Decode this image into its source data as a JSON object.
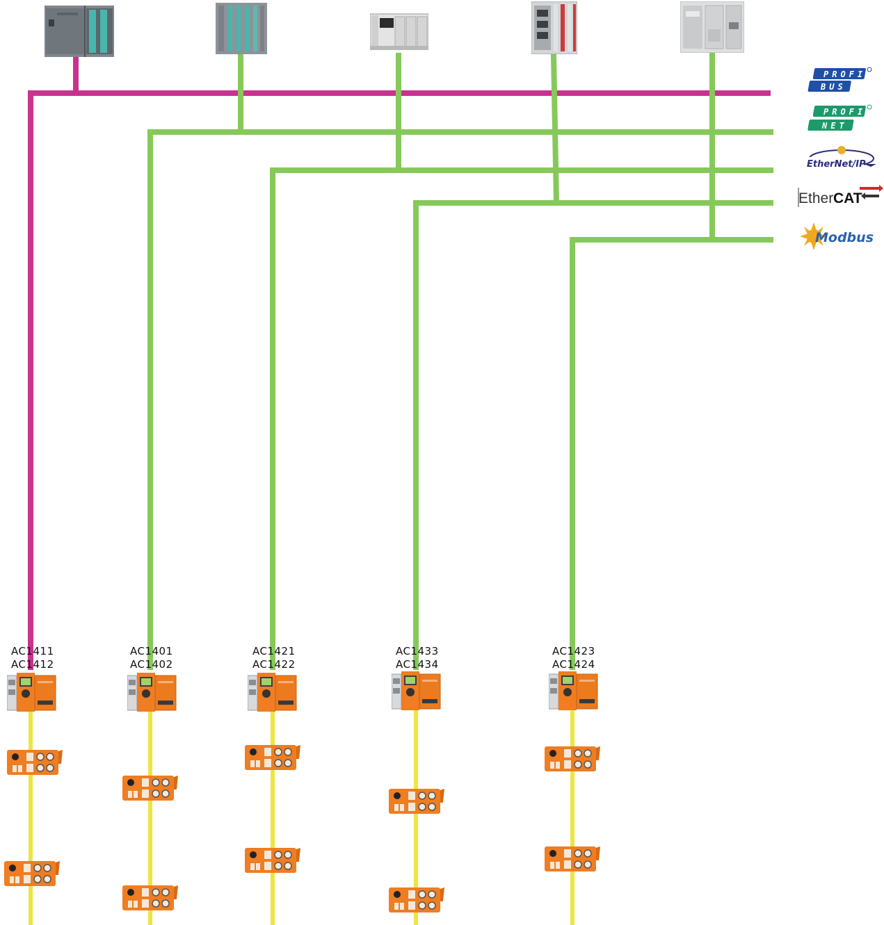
{
  "colors": {
    "profibus": "#c8338f",
    "ethernet": "#86c95a",
    "asi": "#eee640",
    "module_orange": "#ef7d22",
    "plc_grey": "#8d9398",
    "plc_teal": "#46b7ad"
  },
  "plcs": [
    {
      "name": "siemens-s7-300-plc",
      "network": "PROFIBUS"
    },
    {
      "name": "siemens-s7-400-plc",
      "network": "PROFINET"
    },
    {
      "name": "allen-bradley-plc",
      "network": "EtherNet/IP"
    },
    {
      "name": "beckhoff-ethercat-plc",
      "network": "EtherCAT"
    },
    {
      "name": "schneider-modbus-plc",
      "network": "Modbus"
    }
  ],
  "legend": {
    "profibus": {
      "line1": "PROFI",
      "line2": "BUS",
      "icon": "profibus-logo"
    },
    "profinet": {
      "line1": "PROFI",
      "line2": "NET",
      "icon": "profinet-logo"
    },
    "ethernetip": {
      "text": "EtherNet/IP",
      "icon": "ethernet-ip-logo"
    },
    "ethercat": {
      "prefix": "Ether",
      "suffix": "CAT",
      "icon": "ethercat-logo"
    },
    "modbus": {
      "text": "Modbus",
      "icon": "modbus-logo"
    }
  },
  "gateways": [
    {
      "line1": "AC1411",
      "line2": "AC1412",
      "network": "PROFIBUS"
    },
    {
      "line1": "AC1401",
      "line2": "AC1402",
      "network": "PROFINET"
    },
    {
      "line1": "AC1421",
      "line2": "AC1422",
      "network": "EtherNet/IP"
    },
    {
      "line1": "AC1433",
      "line2": "AC1434",
      "network": "EtherCAT"
    },
    {
      "line1": "AC1423",
      "line2": "AC1424",
      "network": "Modbus"
    }
  ]
}
